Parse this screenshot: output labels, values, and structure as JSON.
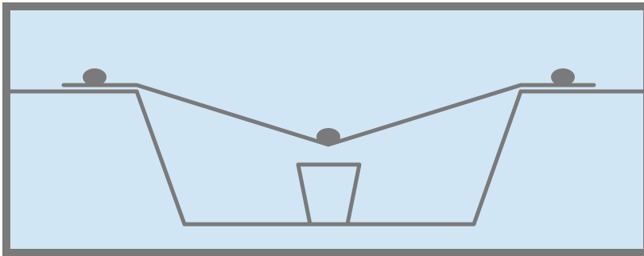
{
  "colors": {
    "background": "#d1e6f4",
    "stroke": "#7a7a7a",
    "ball": "#7a7a7a"
  },
  "elements": {
    "frame": "frame",
    "ground_left": "ground-left",
    "ground_right": "ground-right",
    "pit": "pit",
    "v_beam": "v-beam",
    "platform_left": "platform-left",
    "platform_right": "platform-right",
    "ball_left": "ball-left",
    "ball_center": "ball-center",
    "ball_right": "ball-right",
    "cup": "cup"
  }
}
